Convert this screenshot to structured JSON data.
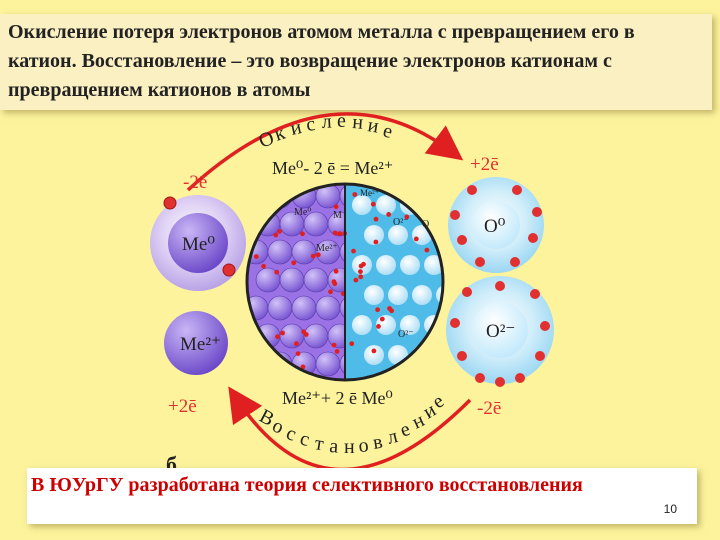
{
  "header": {
    "text": "Окисление потеря электронов атомом металла с превращением его в катион. Восстановление – это возвращение электронов катионам с превращением катионов в атомы"
  },
  "diagram": {
    "top_arc_label": "Окисление",
    "bottom_arc_label": "Восстановление",
    "oxidation_equation": "Me⁰- 2 ē = Me²⁺",
    "reduction_equation": "Me²⁺+ 2 ē    Me⁰",
    "minus_2e_left": "-2ē",
    "plus_2e_right": "+2ē",
    "plus_2e_left": "+2ē",
    "minus_2e_right": "-2ē",
    "atom_me0": "Me⁰",
    "atom_me2": "Me²⁺",
    "atom_o0": "O⁰",
    "atom_o2": "O²⁻",
    "sub_label": "б",
    "grid_me0": "Me⁰",
    "grid_me2": "Me²⁺",
    "grid_o2": "O²⁻",
    "grid_o": "O",
    "grid_m": "M"
  },
  "footer": {
    "text": "В ЮУрГУ разработана теория селективного восстановления",
    "page_number": "10"
  },
  "colors": {
    "background": "#fcf39c",
    "arrow_red": "#e02020",
    "metal_purple": "#9a72e6",
    "oxygen_blue": "#4fbbe8"
  }
}
